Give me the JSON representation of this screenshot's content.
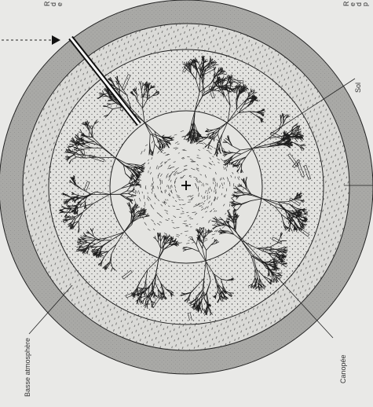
{
  "labels": {
    "sol": "Sol",
    "canopee": "Canopée",
    "basse_atmosphere": "Basse atmosphère"
  },
  "corner_text": {
    "top_left": [
      "R",
      "d",
      "e"
    ],
    "top_right": [
      "R",
      "e",
      "d",
      "p"
    ]
  },
  "colors": {
    "background": "#e9e9e7",
    "outer_band": "#a8a8a5",
    "stipple_zone": "#dcdcd9",
    "ink": "#222222"
  },
  "icons": [
    "arrow-icon",
    "center-cross-icon"
  ]
}
